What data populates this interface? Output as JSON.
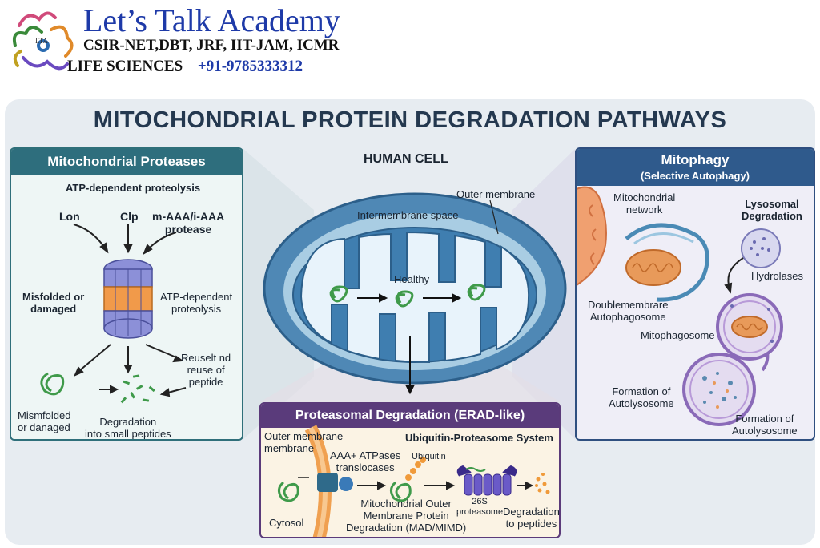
{
  "header": {
    "title": "Let’s Talk Academy",
    "line1": "CSIR-NET,DBT, JRF, IIT-JAM, ICMR",
    "line2": "LIFE SCIENCES",
    "phone": "+91-9785333312",
    "logo_text": "LTA"
  },
  "main_title": "MITOCHONDRIAL PROTEIN DEGRADATION PATHWAYS",
  "center": {
    "cell_label": "HUMAN CELL",
    "outer_membrane": "Outer membrane",
    "intermembrane": "Intermembrane space",
    "healthy": "Healthy"
  },
  "left_panel": {
    "title": "Mitochondrial Proteases",
    "subtitle": "ATP-dependent proteolysis",
    "lon": "Lon",
    "clp": "Clp",
    "maaa_1": "m-AAA/i-AAA",
    "maaa_2": "protease",
    "misfolded_1": "Misfolded or",
    "misfolded_2": "damaged",
    "atp_1": "ATP-dependent",
    "atp_2": "proteolysis",
    "reuse_1": "Reuselt nd",
    "reuse_2": "reuse of",
    "reuse_3": "peptide",
    "mismfolded_1": "Mismfolded",
    "mismfolded_2": "or danaged",
    "deg_1": "Degradation",
    "deg_2": "into small peptides"
  },
  "right_panel": {
    "title": "Mitophagy",
    "subtitle": "(Selective Autophagy)",
    "network_1": "Mitochondrial",
    "network_2": "network",
    "lyso_1": "Lysosomal",
    "lyso_2": "Degradation",
    "hydrolases": "Hydrolases",
    "double_1": "Doublemembrare",
    "double_2": "Autophagosome",
    "mitophagosome": "Mitophagosome",
    "form1_1": "Formation of",
    "form1_2": "Autolysosome",
    "form2_1": "Formation of",
    "form2_2": "Autolysosome"
  },
  "bottom_panel": {
    "title": "Proteasomal Degradation (ERAD-like)",
    "ups": "Ubiquitin-Proteasome System",
    "om_1": "Outer membrane",
    "om_2": "membrane",
    "aaa_1": "AAA+ ATPases",
    "aaa_2": "translocases",
    "ubiquitin": "Ubiquitin",
    "p26s_1": "26S",
    "p26s_2": "proteasome",
    "cytosol": "Cytosol",
    "mom_1": "Mitochondrial Outer",
    "mom_2": "Membrane Protein",
    "mom_3": "Degradation (MAD/MIMD)",
    "deg_1": "Degradation",
    "deg_2": "to peptides"
  },
  "colors": {
    "left_header": "#2e6e7d",
    "right_header": "#2f5a8c",
    "bottom_header": "#5a3b7b",
    "title_text": "#24384f",
    "brand_blue": "#1e3aa8"
  }
}
